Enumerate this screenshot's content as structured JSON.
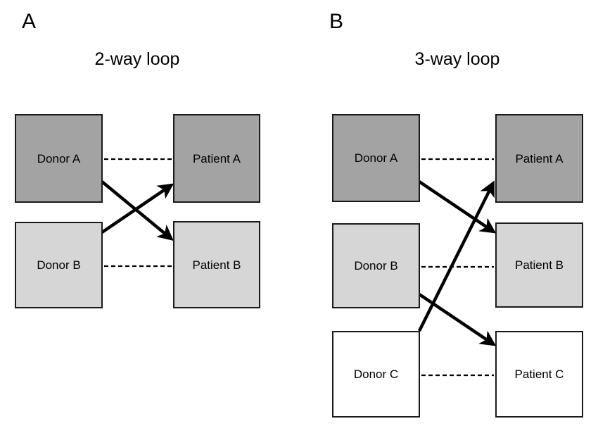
{
  "figure": {
    "background_color": "#ffffff",
    "node_fill_dark": "#a3a3a3",
    "node_fill_light": "#d6d6d6",
    "node_fill_white": "#ffffff",
    "node_border_color": "#1a1a1a",
    "edge_color": "#000000"
  },
  "panels": [
    {
      "letter": "A",
      "title": "2-way loop",
      "donors": [
        {
          "label": "Donor A",
          "fill": "#a3a3a3"
        },
        {
          "label": "Donor B",
          "fill": "#d6d6d6"
        }
      ],
      "patients": [
        {
          "label": "Patient A",
          "fill": "#a3a3a3"
        },
        {
          "label": "Patient B",
          "fill": "#d6d6d6"
        }
      ],
      "pair_links": [
        {
          "from": "Donor A",
          "to": "Patient A",
          "style": "dashed"
        },
        {
          "from": "Donor B",
          "to": "Patient B",
          "style": "dashed"
        }
      ],
      "donation_arrows": [
        {
          "from": "Donor A",
          "to": "Patient B",
          "style": "solid-arrow"
        },
        {
          "from": "Donor B",
          "to": "Patient A",
          "style": "solid-arrow"
        }
      ]
    },
    {
      "letter": "B",
      "title": "3-way loop",
      "donors": [
        {
          "label": "Donor A",
          "fill": "#a3a3a3"
        },
        {
          "label": "Donor B",
          "fill": "#d6d6d6"
        },
        {
          "label": "Donor C",
          "fill": "#ffffff"
        }
      ],
      "patients": [
        {
          "label": "Patient A",
          "fill": "#a3a3a3"
        },
        {
          "label": "Patient B",
          "fill": "#d6d6d6"
        },
        {
          "label": "Patient C",
          "fill": "#ffffff"
        }
      ],
      "pair_links": [
        {
          "from": "Donor A",
          "to": "Patient A",
          "style": "dashed"
        },
        {
          "from": "Donor B",
          "to": "Patient B",
          "style": "dashed"
        },
        {
          "from": "Donor C",
          "to": "Patient C",
          "style": "dashed"
        }
      ],
      "donation_arrows": [
        {
          "from": "Donor A",
          "to": "Patient B",
          "style": "solid-arrow"
        },
        {
          "from": "Donor B",
          "to": "Patient C",
          "style": "solid-arrow"
        },
        {
          "from": "Donor C",
          "to": "Patient A",
          "style": "solid-arrow"
        }
      ]
    }
  ]
}
